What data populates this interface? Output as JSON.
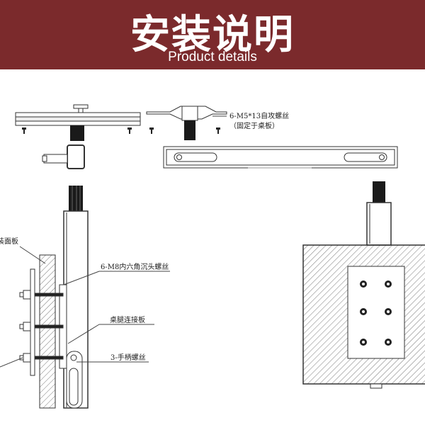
{
  "header": {
    "title": "安装说明",
    "subtitle": "Product details",
    "background_color": "#7b2a2c"
  },
  "diagram": {
    "labels": {
      "screw_top": "6-M5*13自攻螺丝",
      "screw_top_note": "（固定于桌板）",
      "panel": "安装面板",
      "screw_side": "6-M8内六角沉头螺丝",
      "leg_plate": "桌腿连接板",
      "handle_screw": "3-手柄螺丝"
    }
  }
}
